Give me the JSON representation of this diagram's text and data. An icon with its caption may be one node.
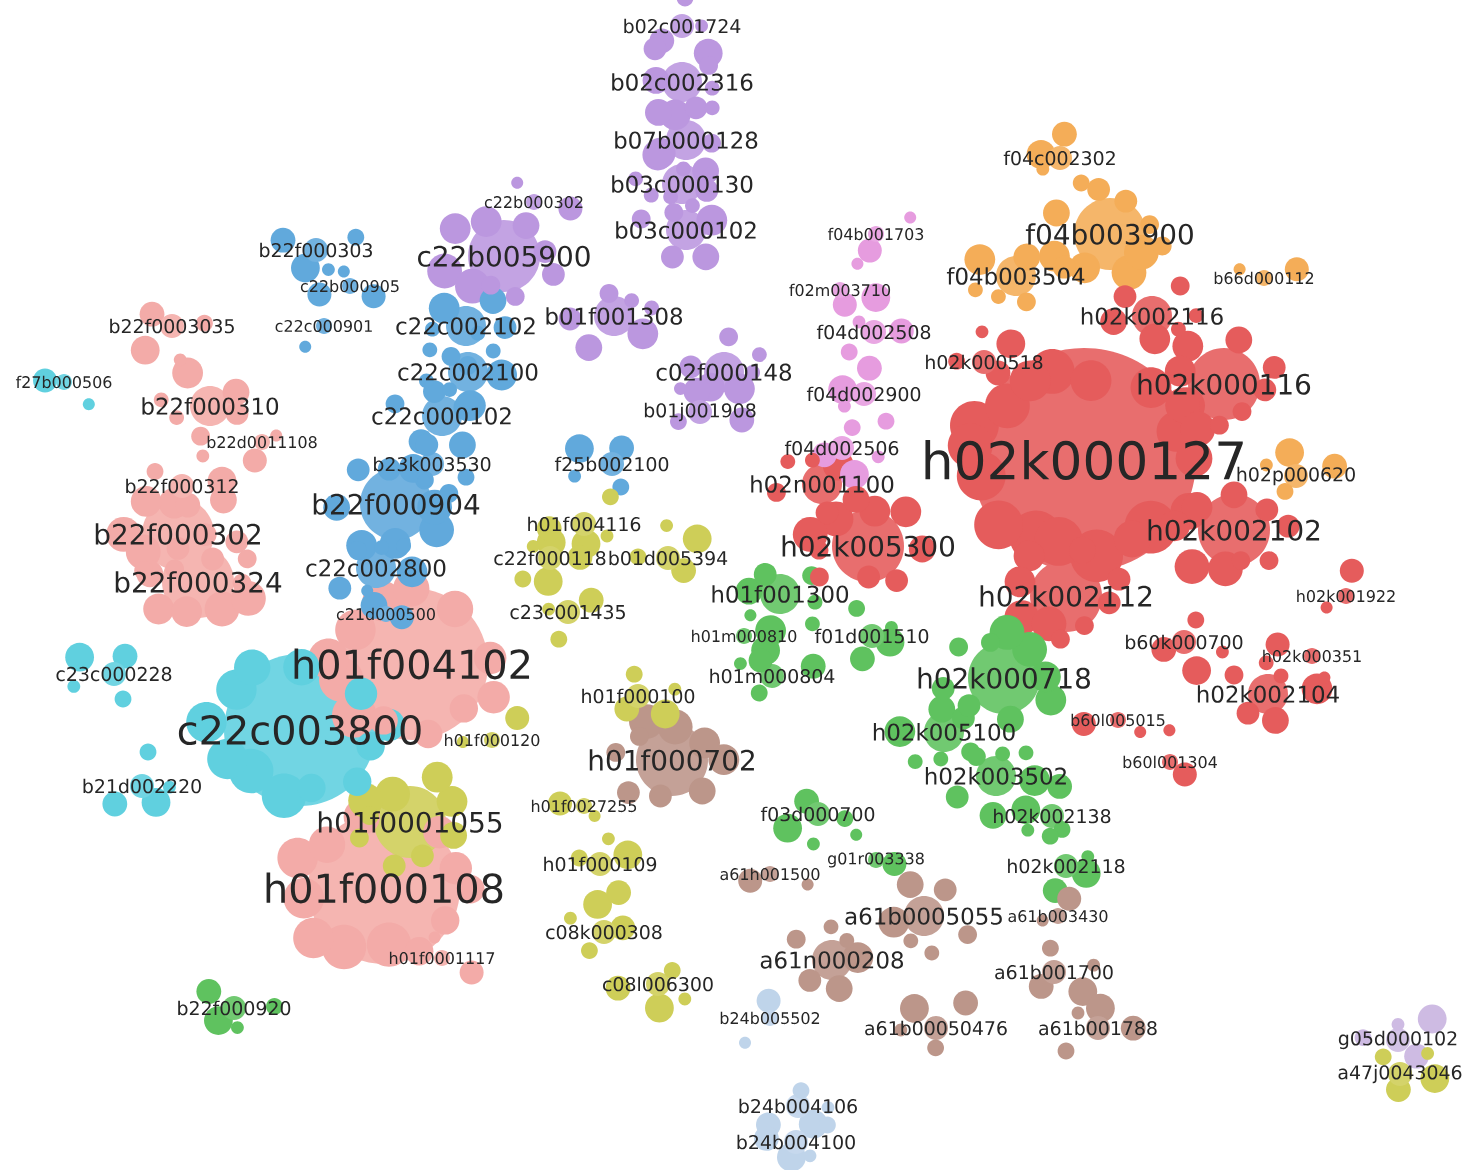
{
  "diagram": {
    "nodes": [
      {
        "text": [
          "b02c001724"
        ]
      },
      {
        "text": [
          "b02c002316"
        ]
      },
      {
        "text": [
          "b07b000128"
        ]
      },
      {
        "text": [
          "f04c002302"
        ]
      },
      {
        "text": [
          "b03c000130"
        ]
      },
      {
        "text": [
          "c22b000302"
        ]
      },
      {
        "text": [
          "b03c000102"
        ]
      },
      {
        "text": [
          "f04b001703"
        ]
      },
      {
        "text": [
          "f04b003900"
        ]
      },
      {
        "text": [
          "b22f000303"
        ]
      },
      {
        "text": [
          "c22b005900"
        ]
      },
      {
        "text": [
          "f04b003504"
        ]
      },
      {
        "text": [
          "b66d000112"
        ]
      },
      {
        "text": [
          "c22b000905"
        ]
      },
      {
        "text": [
          "f02m003710"
        ]
      },
      {
        "text": [
          "b01f001308"
        ]
      },
      {
        "text": [
          "h02k002116"
        ]
      },
      {
        "text": [
          "b22f0003035"
        ]
      },
      {
        "text": [
          "c22c000901"
        ]
      },
      {
        "text": [
          "c22c002102"
        ]
      },
      {
        "text": [
          "f04d002508"
        ]
      },
      {
        "text": [
          "h02k000518"
        ]
      },
      {
        "text": [
          "c22c002100"
        ]
      },
      {
        "text": [
          "c02f000148"
        ]
      },
      {
        "text": [
          "f27b000506"
        ]
      },
      {
        "text": [
          "h02k000116"
        ]
      },
      {
        "text": [
          "f04d002900"
        ]
      },
      {
        "text": [
          "b22f000310"
        ]
      },
      {
        "text": [
          "b01j001908"
        ]
      },
      {
        "text": [
          "c22c000102"
        ]
      },
      {
        "text": [
          "b22d0011108"
        ]
      },
      {
        "text": [
          "f04d002506"
        ]
      },
      {
        "text": [
          "h02k000127"
        ]
      },
      {
        "text": [
          "b23k003530"
        ]
      },
      {
        "text": [
          "f25b002100"
        ]
      },
      {
        "text": [
          "h02p000620"
        ]
      },
      {
        "text": [
          "h02n001100"
        ]
      },
      {
        "text": [
          "b22f000312"
        ]
      },
      {
        "text": [
          "b22f000904"
        ]
      },
      {
        "text": [
          "h01f004116"
        ]
      },
      {
        "text": [
          "h02k002102"
        ]
      },
      {
        "text": [
          "b22f000302"
        ]
      },
      {
        "text": [
          "h02k005300"
        ]
      },
      {
        "text": [
          "c22f000118"
        ]
      },
      {
        "text": [
          "b01d005394"
        ]
      },
      {
        "text": [
          "c22c002800"
        ]
      },
      {
        "text": [
          "b22f000324"
        ]
      },
      {
        "text": [
          "h01f001300"
        ]
      },
      {
        "text": [
          "h02k002112"
        ]
      },
      {
        "text": [
          "h02k001922"
        ]
      },
      {
        "text": [
          "c23c001435"
        ]
      },
      {
        "text": [
          "c21d000500"
        ]
      },
      {
        "text": [
          "h01m000810"
        ]
      },
      {
        "text": [
          "f01d001510"
        ]
      },
      {
        "text": [
          "b60k000700"
        ]
      },
      {
        "text": [
          "h02k000351"
        ]
      },
      {
        "text": [
          "h01f004102"
        ]
      },
      {
        "text": [
          "c23c000228"
        ]
      },
      {
        "text": [
          "h01m000804"
        ]
      },
      {
        "text": [
          "h02k000718"
        ]
      },
      {
        "text": [
          "h02k002104"
        ]
      },
      {
        "text": [
          "h01f000100"
        ]
      },
      {
        "text": [
          "b60l005015"
        ]
      },
      {
        "text": [
          "c22c003800"
        ]
      },
      {
        "text": [
          "h02k005100"
        ]
      },
      {
        "text": [
          "h01f000120"
        ]
      },
      {
        "text": [
          "h01f000702"
        ]
      },
      {
        "text": [
          "b60l001304"
        ]
      },
      {
        "text": [
          "h02k003502"
        ]
      },
      {
        "text": [
          "b21d002220"
        ]
      },
      {
        "text": [
          "h01f0027255"
        ]
      },
      {
        "text": [
          "f03d000700"
        ]
      },
      {
        "text": [
          "h02k002138"
        ]
      },
      {
        "text": [
          "h01f0001055"
        ]
      },
      {
        "text": [
          "g01r003338"
        ]
      },
      {
        "text": [
          "h01f000109"
        ]
      },
      {
        "text": [
          "h02k002118"
        ]
      },
      {
        "text": [
          "a61h001500"
        ]
      },
      {
        "text": [
          "h01f000108"
        ]
      },
      {
        "text": [
          "a61b0005055"
        ]
      },
      {
        "text": [
          "a61b003430"
        ]
      },
      {
        "text": [
          "c08k000308"
        ]
      },
      {
        "text": [
          "h01f0001117"
        ]
      },
      {
        "text": [
          "a61n000208"
        ]
      },
      {
        "text": [
          "a61b001700"
        ]
      },
      {
        "text": [
          "c08l006300"
        ]
      },
      {
        "text": [
          "b22f000920"
        ]
      },
      {
        "text": [
          "b24b005502"
        ]
      },
      {
        "text": [
          "a61b00050476"
        ]
      },
      {
        "text": [
          "a61b001788"
        ]
      },
      {
        "text": [
          "g05d000102"
        ]
      },
      {
        "text": [
          "a47j0043046"
        ]
      },
      {
        "text": [
          "b24b004106"
        ]
      },
      {
        "text": [
          "b24b004100"
        ]
      }
    ]
  }
}
